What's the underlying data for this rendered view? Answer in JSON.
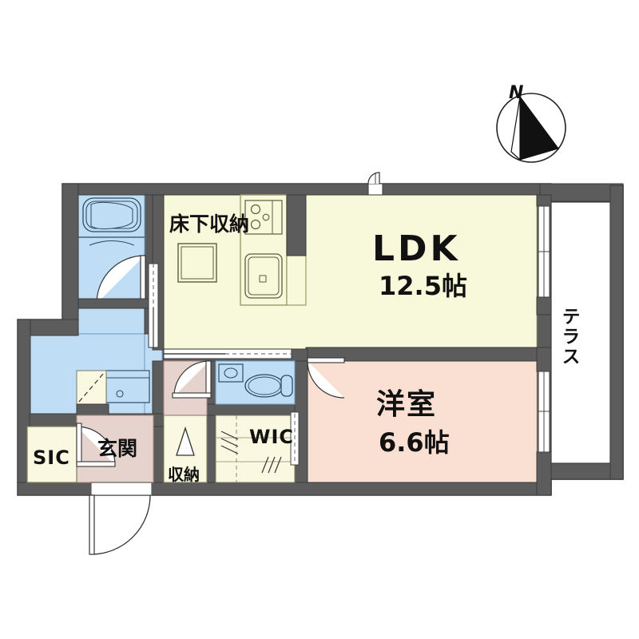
{
  "plan": {
    "type": "residential-floor-plan",
    "layout_code": "1LDK",
    "compass": {
      "label": "N",
      "direction": "north-up-left"
    },
    "colors": {
      "wall": "#5c5c5c",
      "wall_outline": "#3b3b3b",
      "ldk_floor": "#f8f8da",
      "bedroom_floor": "#f9e0d2",
      "water_floor": "#bfdef5",
      "storage_floor": "#faf8e0",
      "entrance_floor": "#e6d3cd",
      "terrace_floor": "#ffffff",
      "fixture_line": "#4a5a68",
      "text": "#111111"
    },
    "rooms": [
      {
        "id": "ldk",
        "name": "LDK",
        "area_label": "12.5帖",
        "area_value": 12.5,
        "unit": "帖",
        "floor_color": "#f8f8da"
      },
      {
        "id": "bedroom",
        "name": "洋室",
        "area_label": "6.6帖",
        "area_value": 6.6,
        "unit": "帖",
        "floor_color": "#f9e0d2"
      },
      {
        "id": "terrace",
        "name": "テラス",
        "area_label": "",
        "floor_color": "#ffffff"
      },
      {
        "id": "entrance",
        "name": "玄関",
        "area_label": "",
        "floor_color": "#e6d3cd"
      },
      {
        "id": "sic",
        "name": "SIC",
        "area_label": "",
        "floor_color": "#faf8e0"
      },
      {
        "id": "wic",
        "name": "WIC",
        "area_label": "",
        "floor_color": "#faf8e0"
      },
      {
        "id": "closet",
        "name": "収納",
        "area_label": "",
        "floor_color": "#faf8e0"
      },
      {
        "id": "underfloor-storage",
        "name": "床下収納",
        "area_label": "",
        "floor_color": "#f8f8da"
      }
    ],
    "labels": {
      "ldk_name": "LDK",
      "ldk_area": "12.5帖",
      "bedroom_name": "洋室",
      "bedroom_area": "6.6帖",
      "underfloor_storage": "床下収納",
      "terrace": "テラス",
      "entrance": "玄関",
      "sic": "SIC",
      "wic": "WIC",
      "closet": "収納",
      "north": "N"
    },
    "fixtures": [
      {
        "id": "bathtub",
        "name": "bathtub",
        "room": "bathroom"
      },
      {
        "id": "wash-basin",
        "name": "wash-basin",
        "room": "washroom"
      },
      {
        "id": "toilet",
        "name": "toilet",
        "room": "toilet"
      },
      {
        "id": "toilet-tank",
        "name": "toilet-tank",
        "room": "toilet"
      },
      {
        "id": "hand-sink",
        "name": "hand-sink",
        "room": "toilet"
      },
      {
        "id": "gas-stove",
        "name": "gas-stove-3-burner",
        "room": "kitchen"
      },
      {
        "id": "kitchen-sink",
        "name": "kitchen-sink",
        "room": "kitchen"
      },
      {
        "id": "floor-hatch",
        "name": "underfloor-storage-hatch",
        "room": "ldk"
      },
      {
        "id": "hanger-rail",
        "name": "hanger-rail",
        "room": "wic"
      }
    ],
    "doors": [
      {
        "id": "entrance-door",
        "type": "swing",
        "name": "entrance-door"
      },
      {
        "id": "bathroom-door",
        "type": "swing",
        "name": "bathroom-door"
      },
      {
        "id": "toilet-door",
        "type": "swing",
        "name": "toilet-door"
      },
      {
        "id": "bedroom-door",
        "type": "swing",
        "name": "bedroom-door"
      },
      {
        "id": "sic-door",
        "type": "swing",
        "name": "sic-door"
      },
      {
        "id": "ldk-sliding-door",
        "type": "sliding",
        "name": "ldk-sliding-door"
      },
      {
        "id": "washroom-sliding-door",
        "type": "sliding",
        "name": "washroom-sliding-door"
      },
      {
        "id": "closet-door",
        "type": "folding",
        "name": "closet-door"
      },
      {
        "id": "wic-door",
        "type": "sliding",
        "name": "wic-door"
      }
    ],
    "windows": [
      {
        "id": "terrace-window-ldk",
        "name": "ldk-terrace-window"
      },
      {
        "id": "terrace-window-bedroom",
        "name": "bedroom-terrace-window"
      },
      {
        "id": "ldk-top-vent",
        "name": "ldk-top-window"
      }
    ]
  }
}
